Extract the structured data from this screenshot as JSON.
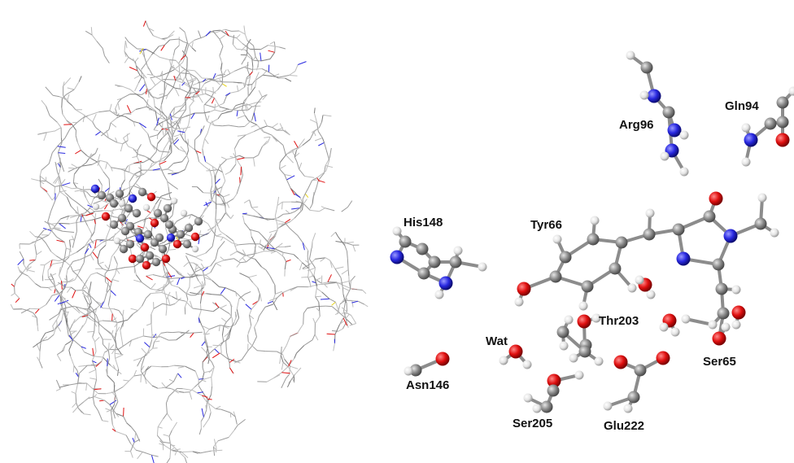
{
  "colors": {
    "background": "#ffffff",
    "carbon": "#8c8c8c",
    "carbon_light": "#bdbdbd",
    "oxygen": "#e01010",
    "nitrogen": "#2828e0",
    "hydrogen": "#e8e8e8",
    "sulfur": "#e6d21a",
    "bond": "#9a9a9a",
    "label": "#111111"
  },
  "left_panel": {
    "content": "protein wireframe with ball-and-stick chromophore"
  },
  "residue_labels": {
    "arg96": "Arg96",
    "gln94": "Gln94",
    "his148": "His148",
    "tyr66": "Tyr66",
    "thr203": "Thr203",
    "wat": "Wat",
    "ser65": "Ser65",
    "asn146": "Asn146",
    "ser205": "Ser205",
    "glu222": "Glu222"
  }
}
